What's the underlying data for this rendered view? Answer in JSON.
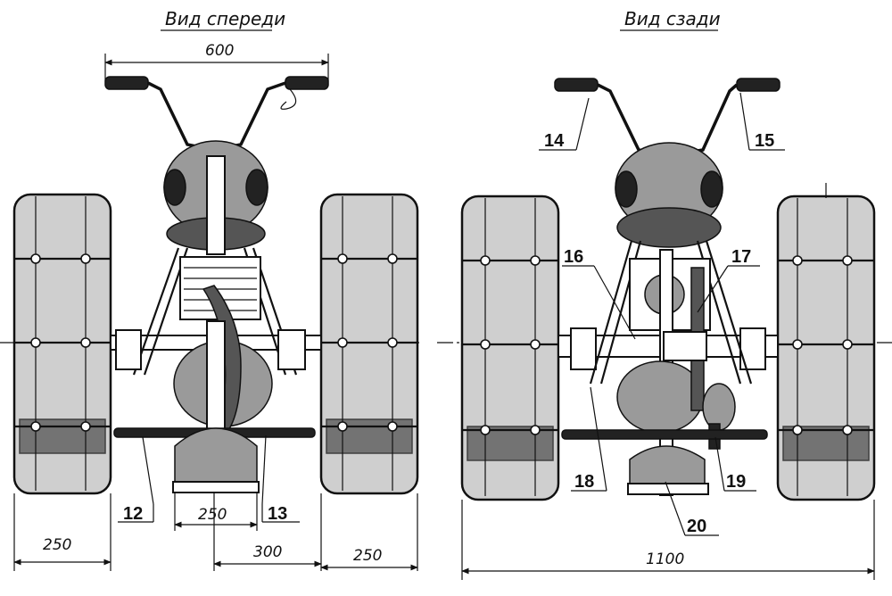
{
  "views": {
    "front": {
      "title": "Вид спереди"
    },
    "rear": {
      "title": "Вид сзади"
    }
  },
  "dimensions": {
    "handlebar_width": "600",
    "front_wheel_width": "250",
    "front_fender_width": "250",
    "center_offset": "300",
    "right_wheel_width": "250",
    "overall_track": "1100"
  },
  "callouts": {
    "c12": "12",
    "c13": "13",
    "c14": "14",
    "c15": "15",
    "c16": "16",
    "c17": "17",
    "c18": "18",
    "c19": "19",
    "c20": "20"
  }
}
